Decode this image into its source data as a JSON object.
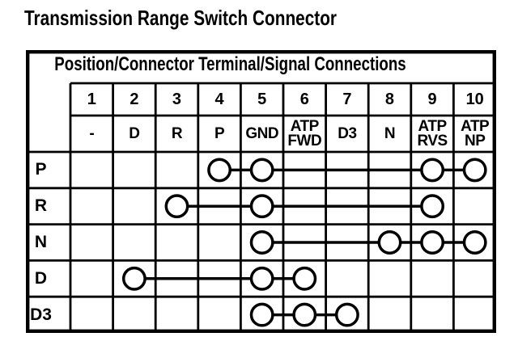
{
  "page_title": "Transmission Range Switch Connector",
  "table": {
    "header": "Position/Connector Terminal/Signal Connections",
    "terminals": [
      "1",
      "2",
      "3",
      "4",
      "5",
      "6",
      "7",
      "8",
      "9",
      "10"
    ],
    "signals": [
      "-",
      "D",
      "R",
      "P",
      "GND",
      "ATP\nFWD",
      "D3",
      "N",
      "ATP\nRVS",
      "ATP\nNP"
    ],
    "rows": [
      {
        "position": "P",
        "connected_terminals": [
          4,
          5,
          9,
          10
        ]
      },
      {
        "position": "R",
        "connected_terminals": [
          3,
          5,
          9
        ]
      },
      {
        "position": "N",
        "connected_terminals": [
          5,
          8,
          9,
          10
        ]
      },
      {
        "position": "D",
        "connected_terminals": [
          2,
          5,
          6
        ]
      },
      {
        "position": "D3",
        "connected_terminals": [
          5,
          6,
          7
        ]
      }
    ]
  },
  "colors": {
    "ink": "#000000",
    "background": "#ffffff"
  }
}
